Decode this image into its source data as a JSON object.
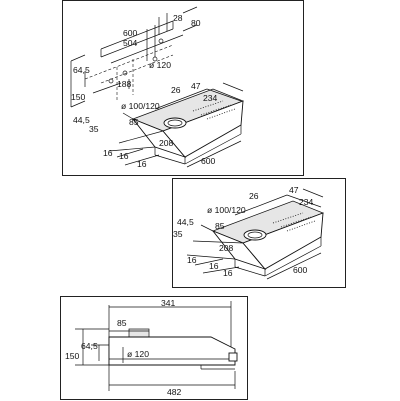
{
  "panel_top": {
    "dims": {
      "d600": "600",
      "d504": "504",
      "d28": "28",
      "d80": "80",
      "d64_5": "64,5",
      "d120": "ø 120",
      "d188": "188",
      "d150": "150",
      "d26": "26",
      "d47": "47",
      "d234": "234",
      "d100_120": "ø 100/120",
      "d85": "85",
      "d44_5": "44,5",
      "d35": "35",
      "d208": "208",
      "d16a": "16",
      "d16b": "16",
      "d16c": "16",
      "d600b": "600"
    }
  },
  "panel_mid": {
    "dims": {
      "d26": "26",
      "d47": "47",
      "d234": "234",
      "d100_120": "ø 100/120",
      "d44_5": "44,5",
      "d85": "85",
      "d35": "35",
      "d208": "208",
      "d16a": "16",
      "d16b": "16",
      "d16c": "16",
      "d600": "600"
    }
  },
  "panel_side": {
    "dims": {
      "d341": "341",
      "d85": "85",
      "d150": "150",
      "d64_5": "64,5",
      "d120": "ø 120",
      "d482": "482"
    }
  }
}
